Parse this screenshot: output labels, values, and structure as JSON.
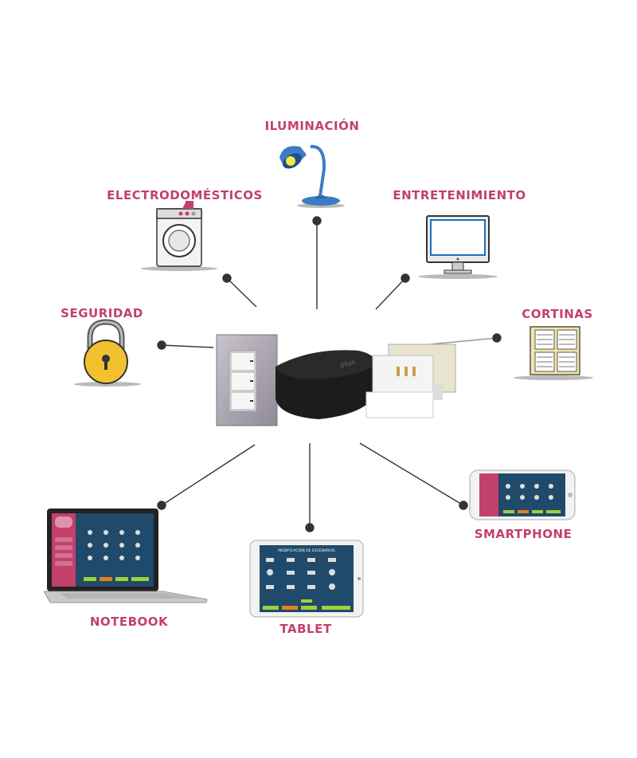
{
  "categories": {
    "iluminacion": "ILUMINACIÓN",
    "electrodomesticos": "ELECTRODOMÉSTICOS",
    "entretenimiento": "ENTRETENIMIENTO",
    "seguridad": "SEGURIDAD",
    "cortinas": "CORTINAS"
  },
  "devices": {
    "notebook": "NOTEBOOK",
    "tablet": "TABLET",
    "smartphone": "SMARTPHONE"
  },
  "screens": {
    "title": "MODIFICACIÓN DE ESCENARIOS"
  },
  "colors": {
    "label": "#c2416a",
    "connector": "#333333",
    "screen_bg": "#1f4a6b",
    "hub": "#1c1c1c"
  }
}
